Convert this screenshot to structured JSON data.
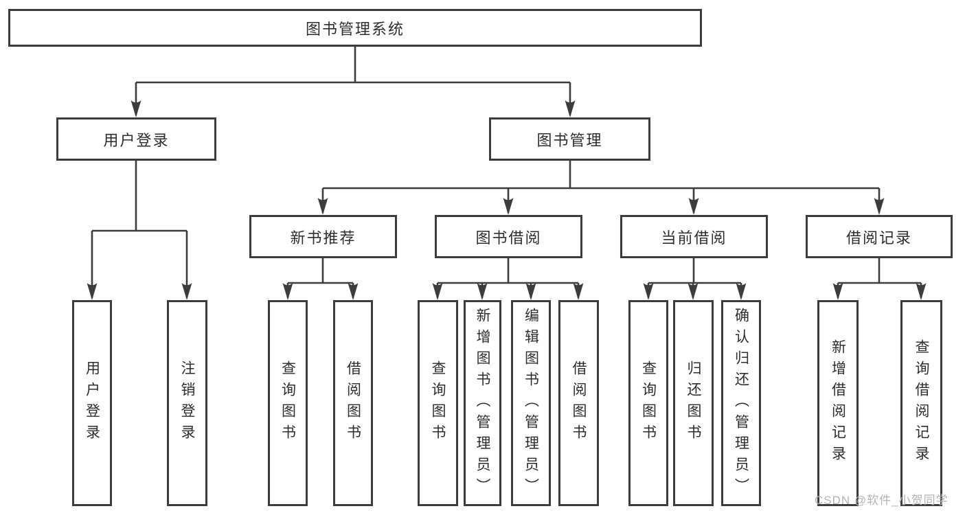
{
  "diagram_title": "图书管理系统",
  "tree": {
    "label": "图书管理系统",
    "children": [
      {
        "label": "用户登录",
        "children": [
          {
            "label": "用户登录"
          },
          {
            "label": "注销登录"
          }
        ]
      },
      {
        "label": "图书管理",
        "children": [
          {
            "label": "新书推荐",
            "children": [
              {
                "label": "查询图书"
              },
              {
                "label": "借阅图书"
              }
            ]
          },
          {
            "label": "图书借阅",
            "children": [
              {
                "label": "查询图书"
              },
              {
                "label": "新增图书（管理员）"
              },
              {
                "label": "编辑图书（管理员）"
              },
              {
                "label": "借阅图书"
              }
            ]
          },
          {
            "label": "当前借阅",
            "children": [
              {
                "label": "查询图书"
              },
              {
                "label": "归还图书"
              },
              {
                "label": "确认归还（管理员）"
              }
            ]
          },
          {
            "label": "借阅记录",
            "children": [
              {
                "label": "新增借阅记录"
              },
              {
                "label": "查询借阅记录"
              }
            ]
          }
        ]
      }
    ]
  },
  "watermark": {
    "text": "CSDN @软件_小贺同学"
  },
  "colors": {
    "background": "#ffffff",
    "box_border": "#3c3c3c",
    "connector": "#3c3c3c",
    "text": "#2d2d2d",
    "watermark_text": "#b3b3b3"
  }
}
